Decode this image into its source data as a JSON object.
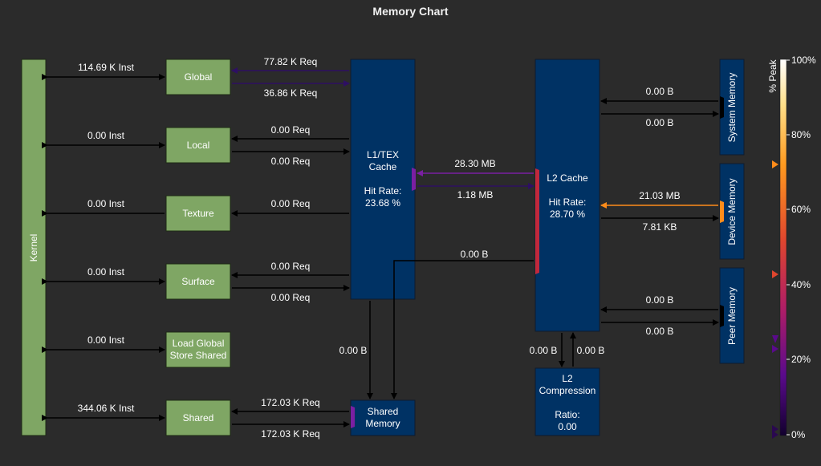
{
  "title": "Memory Chart",
  "units": {
    "kernel": "Kernel",
    "global": "Global",
    "local": "Local",
    "texture": "Texture",
    "surface": "Surface",
    "load_global": "Load Global",
    "store_shared": "Store Shared",
    "shared": "Shared",
    "l1_title_1": "L1/TEX",
    "l1_title_2": "Cache",
    "l1_hit_label": "Hit Rate:",
    "l1_hit_value": "23.68 %",
    "shared_memory_1": "Shared",
    "shared_memory_2": "Memory",
    "l2_title": "L2 Cache",
    "l2_hit_label": "Hit Rate:",
    "l2_hit_value": "28.70 %",
    "l2c_title_1": "L2",
    "l2c_title_2": "Compression",
    "l2c_ratio_label": "Ratio:",
    "l2c_ratio_value": "0.00",
    "system_memory": "System Memory",
    "device_memory": "Device Memory",
    "peer_memory": "Peer Memory"
  },
  "edges": {
    "kernel_global": "114.69 K Inst",
    "kernel_local": "0.00 Inst",
    "kernel_texture": "0.00 Inst",
    "kernel_surface": "0.00 Inst",
    "kernel_ldgsts": "0.00 Inst",
    "kernel_shared": "344.06 K Inst",
    "global_l1_read": "77.82 K Req",
    "global_l1_write": "36.86 K Req",
    "local_l1_read": "0.00 Req",
    "local_l1_write": "0.00 Req",
    "texture_l1": "0.00 Req",
    "surface_l1_read": "0.00 Req",
    "surface_l1_write": "0.00 Req",
    "shared_sm_read": "172.03 K Req",
    "shared_sm_write": "172.03 K Req",
    "l1_l2_read": "28.30 MB",
    "l1_l2_write": "1.18 MB",
    "l2_sm": "0.00 B",
    "l1_sm": "0.00 B",
    "l2_sys_read": "0.00 B",
    "l2_sys_write": "0.00 B",
    "l2_dev_read": "21.03 MB",
    "l2_dev_write": "7.81 KB",
    "l2_peer_read": "0.00 B",
    "l2_peer_write": "0.00 B",
    "l2_l2c_down": "0.00 B",
    "l2_l2c_up": "0.00 B"
  },
  "legend": {
    "axis_label": "% Peak",
    "ticks": [
      "100%",
      "80%",
      "60%",
      "40%",
      "20%",
      "0%"
    ]
  },
  "colors": {
    "unit_green": "#7fa664",
    "cache_blue": "#003264",
    "link_black": "#000000",
    "link_purple_dark": "#2e0f63",
    "link_purple": "#7b1fa2",
    "link_orange": "#ff8c1a",
    "port_red": "#c0283c"
  }
}
